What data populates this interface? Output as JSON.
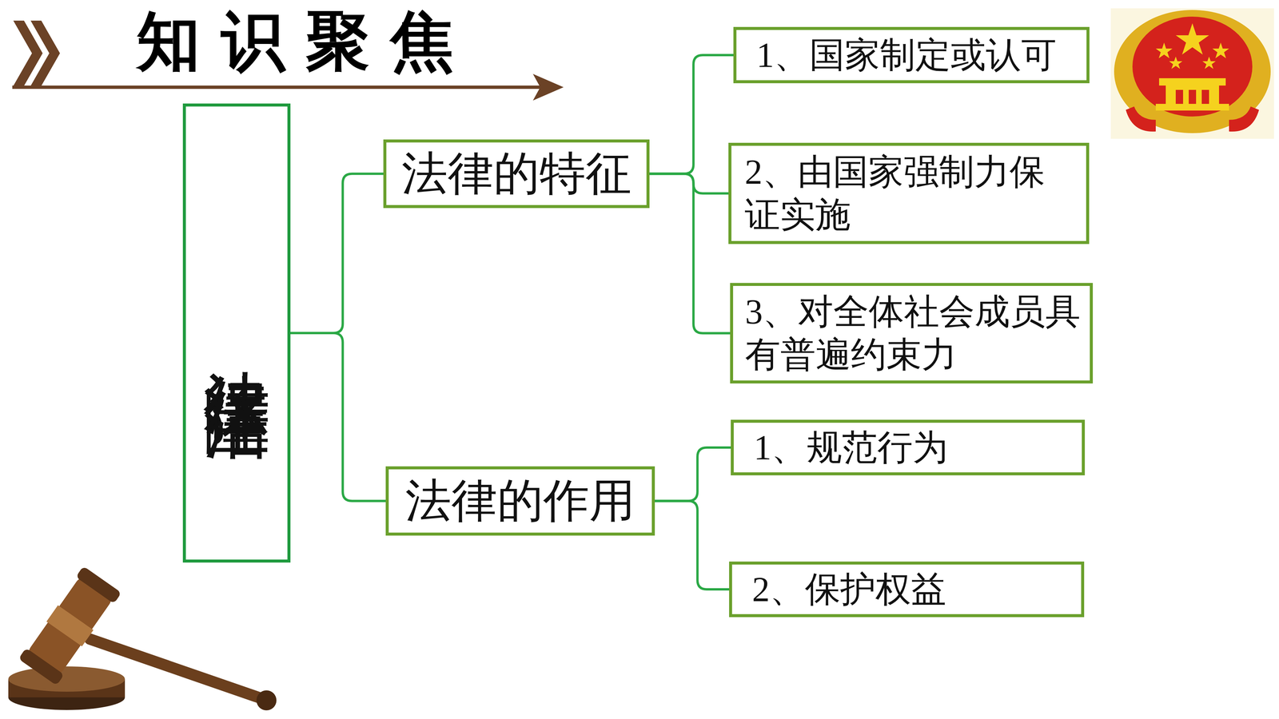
{
  "diagram": {
    "title": "知识聚焦",
    "nodes": [
      {
        "text": [
          "法律保障生活"
        ]
      },
      {
        "text": [
          "法律的特征"
        ]
      },
      {
        "text": [
          "法律的作用"
        ]
      },
      {
        "text": [
          "1、国家制定或认可"
        ]
      },
      {
        "text": [
          "2、由国家强制力保证实施"
        ]
      },
      {
        "text": [
          "3、对全体社会成员具有普遍约束力"
        ]
      },
      {
        "text": [
          "1、规范行为"
        ]
      },
      {
        "text": [
          "2、保护权益"
        ]
      }
    ],
    "edges": [
      {
        "from": 0,
        "to": 1,
        "arrow": "none"
      },
      {
        "from": 0,
        "to": 2,
        "arrow": "none"
      },
      {
        "from": 1,
        "to": 3,
        "arrow": "none"
      },
      {
        "from": 1,
        "to": 4,
        "arrow": "none"
      },
      {
        "from": 1,
        "to": 5,
        "arrow": "none"
      },
      {
        "from": 2,
        "to": 6,
        "arrow": "none"
      },
      {
        "from": 2,
        "to": 7,
        "arrow": "none"
      }
    ]
  }
}
